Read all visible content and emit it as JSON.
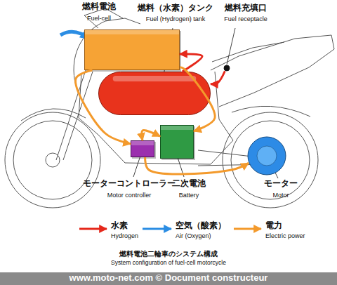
{
  "diagram": {
    "caption": "燃料電池二輪車のシステム構成",
    "nodes": [
      {
        "text": [
          "燃料電池",
          "Fuel-cell"
        ]
      },
      {
        "text": [
          "燃料（水素）タンク",
          "Fuel (Hydrogen) tank"
        ]
      },
      {
        "text": [
          "燃料充填口",
          "Fuel receptacle"
        ]
      },
      {
        "text": [
          "モーターコントローラー",
          "Motor controller"
        ]
      },
      {
        "text": [
          "二次電池",
          "Battery"
        ]
      },
      {
        "text": [
          "モーター",
          "Motor"
        ]
      }
    ],
    "edges": [
      {
        "from": 2,
        "to": 1,
        "arrow": "to"
      },
      {
        "from": 1,
        "to": 0,
        "arrow": "to"
      },
      {
        "from": 0,
        "to": 3,
        "arrow": "to"
      },
      {
        "from": 0,
        "to": 4,
        "arrow": "to"
      },
      {
        "from": 3,
        "to": 4,
        "arrow": "both"
      },
      {
        "from": 3,
        "to": 5,
        "arrow": "to"
      }
    ],
    "labels": [
      "System configuration of fuel-cell motorcycle",
      "Hydrogen",
      "Air (Oxygen)",
      "Electric power",
      "www.moto-net.com © Document constructeur"
    ],
    "legend": [
      {
        "text": "水素"
      },
      {
        "text": "空気（酸素）"
      },
      {
        "text": "電力"
      }
    ]
  }
}
